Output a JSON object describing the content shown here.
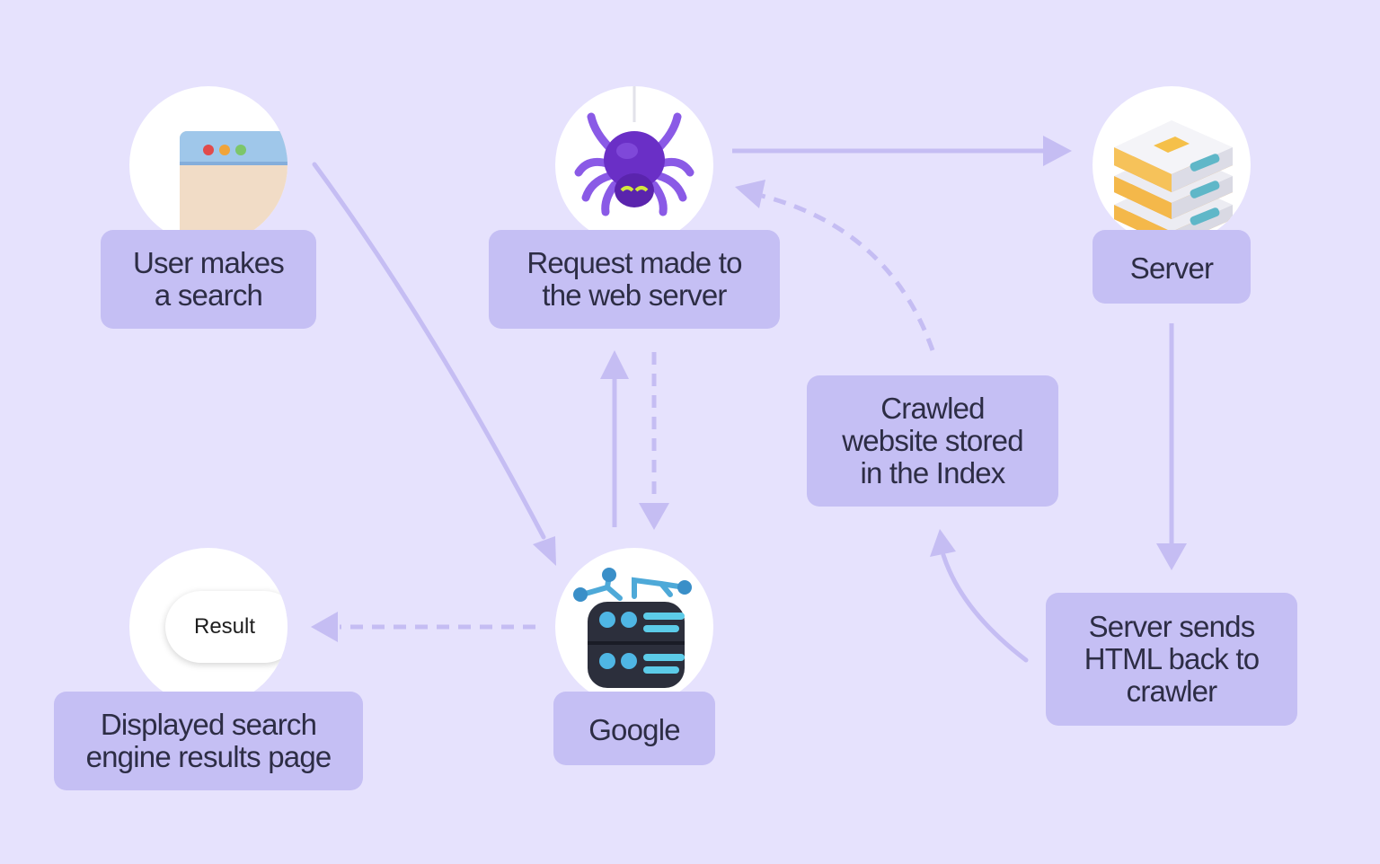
{
  "nodes": {
    "user_search": {
      "label": [
        "User makes",
        "a search"
      ],
      "icon": "browser-window-icon"
    },
    "request": {
      "label": [
        "Request made to",
        "the web server"
      ],
      "icon": "spider-crawler-icon"
    },
    "server": {
      "label": [
        "Server"
      ],
      "icon": "server-stack-icon"
    },
    "crawled": {
      "label": [
        "Crawled",
        "website stored",
        "in the Index"
      ]
    },
    "server_sends": {
      "label": [
        "Server sends",
        "HTML back to",
        "crawler"
      ]
    },
    "google": {
      "label": [
        "Google"
      ],
      "icon": "database-network-icon"
    },
    "results": {
      "label": [
        "Displayed search",
        "engine results page"
      ],
      "icon": "result-pill-icon",
      "pill_text": "Result"
    }
  },
  "colors": {
    "background": "#e6e2fd",
    "label_fill": "#c5bff4",
    "arrow": "#c5bdf3",
    "text": "#2d2d45"
  }
}
